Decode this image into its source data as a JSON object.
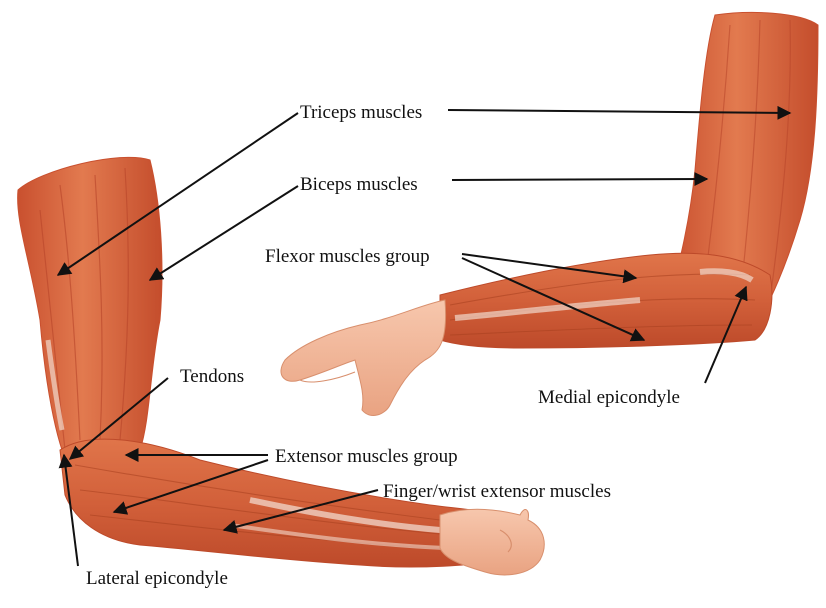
{
  "labels": {
    "triceps": "Triceps muscles",
    "biceps": "Biceps muscles",
    "flexor": "Flexor muscles group",
    "tendons": "Tendons",
    "extensor": "Extensor muscles group",
    "finger_wrist": "Finger/wrist extensor muscles",
    "medial": "Medial epicondyle",
    "lateral": "Lateral epicondyle"
  },
  "colors": {
    "muscle": "#d8643d",
    "muscle_dark": "#b8452a",
    "muscle_light": "#ec8a5e",
    "skin": "#f3b79a",
    "tendon": "#f1d8cc",
    "arrow": "#111111"
  }
}
